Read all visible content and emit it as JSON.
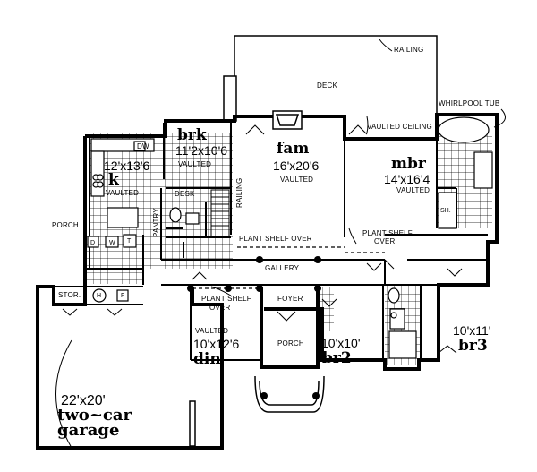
{
  "labels": {
    "deck": "DECK",
    "railing_top": "RAILING",
    "whirlpool": "WHIRLPOOL TUB",
    "vaulted_ceiling": "VAULTED CEILING",
    "brk_name": "brk",
    "brk_dim": "11'2x10'6",
    "brk_vaulted": "VAULTED",
    "k_dim": "12'x13'6",
    "k_name": "k",
    "k_vaulted": "VAULTED",
    "dw": "DW",
    "desk": "DESK",
    "pantry": "PANTRY",
    "railing_side": "RAILING",
    "fam_name": "fam",
    "fam_dim": "16'x20'6",
    "fam_vaulted": "VAULTED",
    "mbr_name": "mbr",
    "mbr_dim": "14'x16'4",
    "mbr_vaulted": "VAULTED",
    "sh": "SH.",
    "porch_side": "PORCH",
    "d": "D",
    "w": "W",
    "t": "T",
    "plant_shelf_over_1": "PLANT SHELF OVER",
    "plant_shelf": "PLANT SHELF",
    "over": "OVER",
    "gallery": "GALLERY",
    "stor": "STOR.",
    "h": "H",
    "f": "F",
    "din_vaulted": "VAULTED",
    "din_dim": "10'x12'6",
    "din_name": "din",
    "foyer": "FOYER",
    "porch_front": "PORCH",
    "br2_dim": "10'x10'",
    "br2_name": "br2",
    "br3_dim": "10'x11'",
    "br3_name": "br3",
    "garage_dim": "22'x20'",
    "garage_name1": "two~car",
    "garage_name2": "garage"
  }
}
